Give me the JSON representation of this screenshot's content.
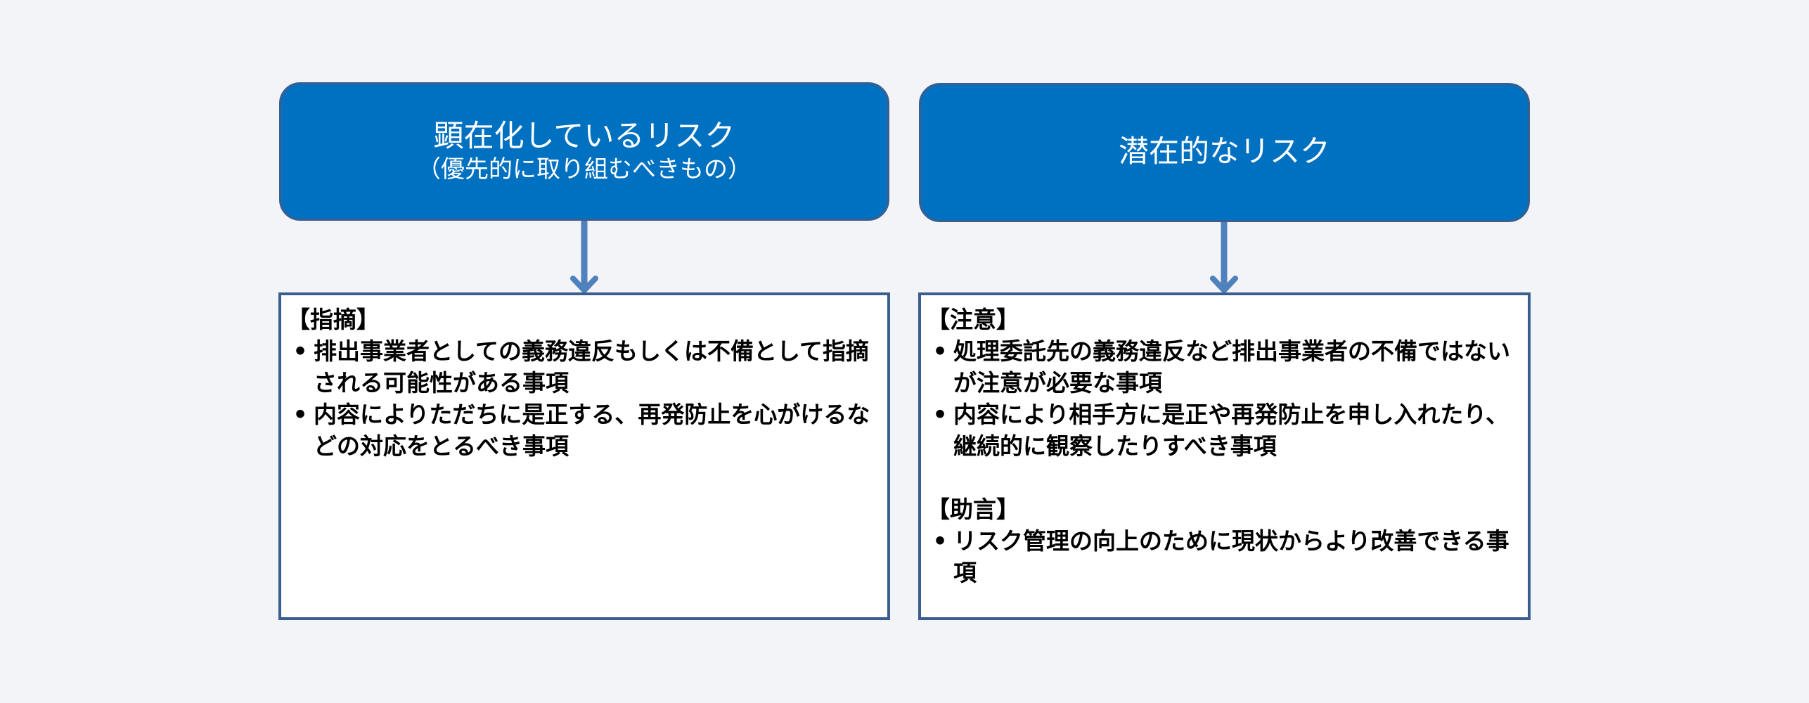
{
  "left": {
    "header": {
      "title": "顕在化しているリスク",
      "subtitle": "（優先的に取り組むべきもの）"
    },
    "sections": [
      {
        "heading": "【指摘】",
        "items": [
          "排出事業者としての義務違反もしくは不備として指摘される可能性がある事項",
          "内容によりただちに是正する、再発防止を心がけるなどの対応をとるべき事項"
        ]
      }
    ]
  },
  "right": {
    "header": {
      "title": "潜在的なリスク"
    },
    "sections": [
      {
        "heading": "【注意】",
        "items": [
          "処理委託先の義務違反など排出事業者の不備ではないが注意が必要な事項",
          "内容により相手方に是正や再発防止を申し入れたり、継続的に観察したりすべき事項"
        ]
      },
      {
        "heading": "【助言】",
        "items": [
          "リスク管理の向上のために現状からより改善できる事項"
        ]
      }
    ]
  },
  "bullet_symbol": "•",
  "colors": {
    "header_fill": "#0070c0",
    "border": "#3a5f8f",
    "arrow": "#4f81bd",
    "background": "#f3f4f7"
  }
}
